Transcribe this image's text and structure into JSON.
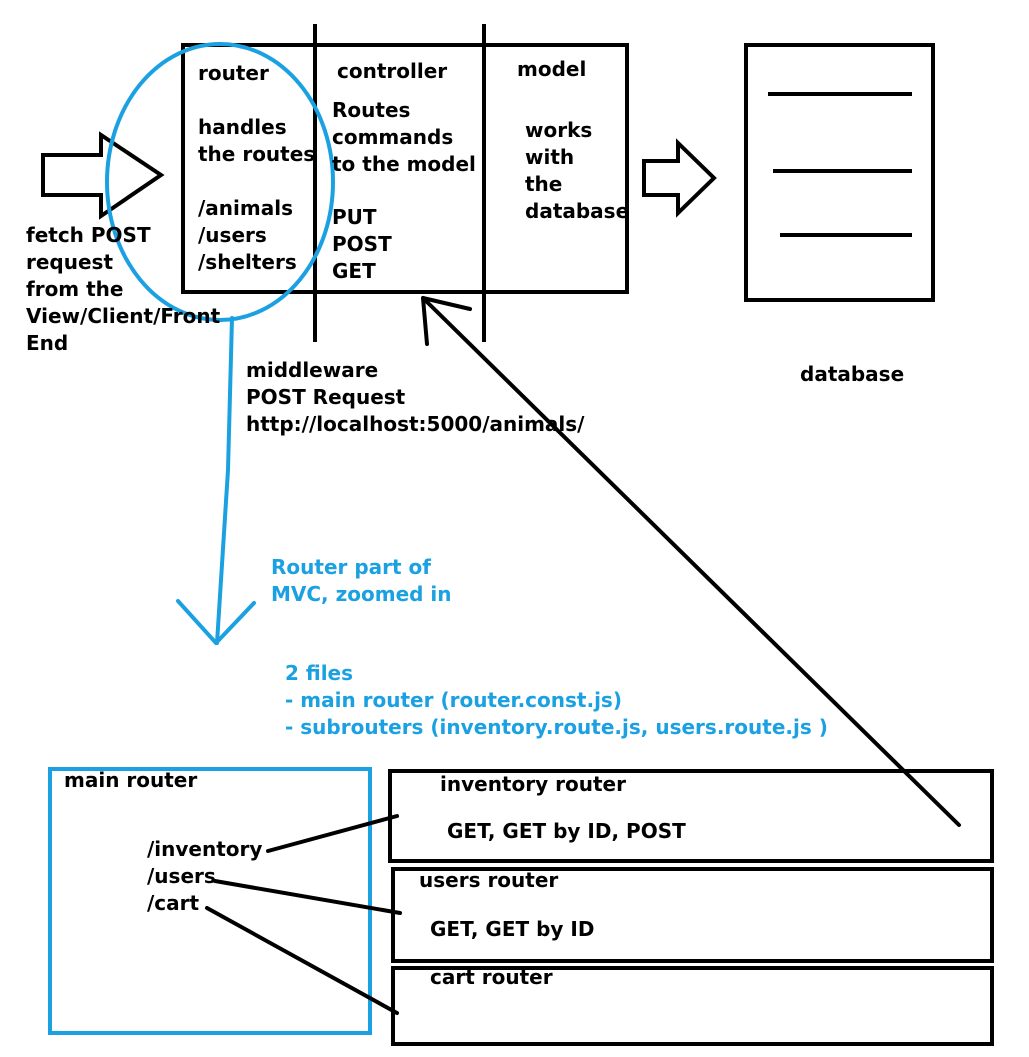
{
  "colors": {
    "ink": "#000000",
    "accent": "#1ba1e2",
    "background": "#ffffff"
  },
  "mvc": {
    "router": {
      "title": "router",
      "description": "handles\nthe routes",
      "routes": "/animals\n/users\n/shelters"
    },
    "controller": {
      "title": "controller",
      "description": "Routes\ncommands\nto the model",
      "methods": "PUT\nPOST\nGET"
    },
    "model": {
      "title": "model",
      "description": "works\nwith\nthe\ndatabase"
    }
  },
  "client_request": "fetch POST\nrequest\nfrom the\nView/Client/Front\nEnd",
  "middleware": "middleware\nPOST Request\nhttp://localhost:5000/animals/",
  "database": {
    "label": "database"
  },
  "zoom_note": "Router part of\nMVC, zoomed in",
  "files_note": "2 files\n- main router (router.const.js)\n- subrouters (inventory.route.js, users.route.js )",
  "main_router": {
    "title": "main router",
    "routes": "/inventory\n/users\n/cart"
  },
  "subrouters": {
    "inventory": {
      "title": "inventory router",
      "methods": "GET, GET by ID, POST"
    },
    "users": {
      "title": "users router",
      "methods": "GET, GET by ID"
    },
    "cart": {
      "title": "cart router"
    }
  }
}
